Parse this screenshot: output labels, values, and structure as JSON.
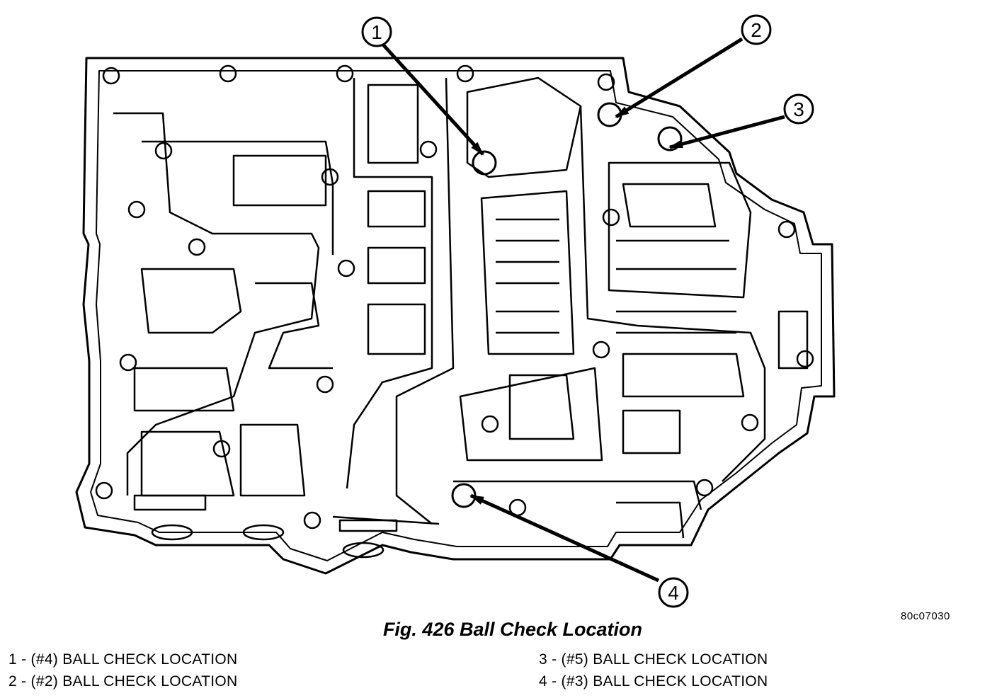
{
  "figure": {
    "id": "80c07030",
    "caption": "Fig. 426 Ball Check Location",
    "callouts": [
      "1",
      "2",
      "3",
      "4"
    ]
  },
  "legend": [
    "1 - (#4) BALL CHECK LOCATION",
    "2 - (#2) BALL CHECK LOCATION",
    "3 - (#5) BALL CHECK LOCATION",
    "4 - (#3) BALL CHECK LOCATION"
  ]
}
